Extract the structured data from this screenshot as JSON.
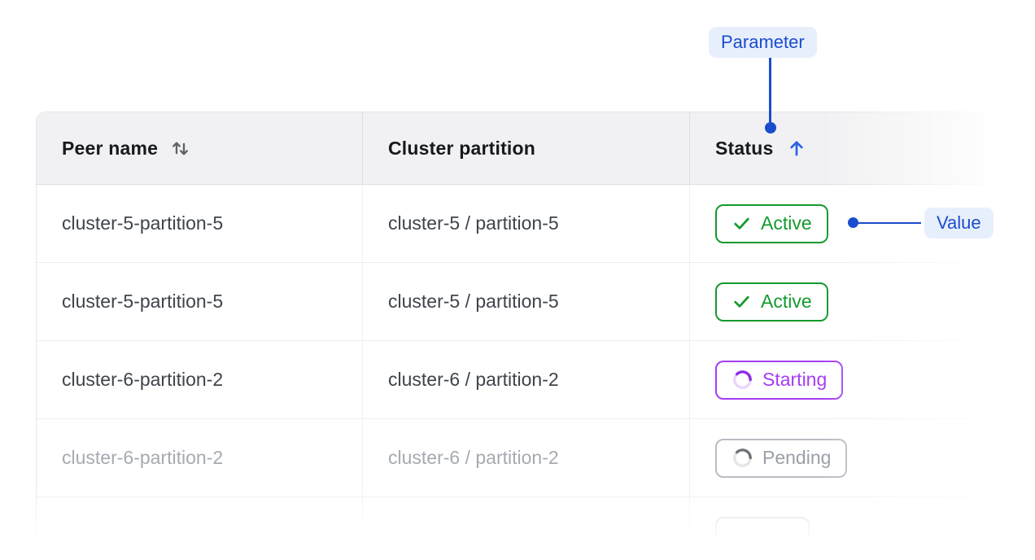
{
  "colors": {
    "accent_blue": "#1a4ccd",
    "annotation_pill_bg": "#e8effc",
    "sort_asc_arrow_blue": "#2a63e6",
    "status_active_green": "#149a2e",
    "status_starting_purple": "#a43df4",
    "status_pending_gray": "#9aa0a8",
    "header_bg": "#f1f1f3",
    "body_text": "#3f444b",
    "dimmed_text": "#a6aab1"
  },
  "annotations": {
    "parameter": {
      "label": "Parameter",
      "points_to": "status-column-header"
    },
    "value": {
      "label": "Value",
      "points_to": "row-1-status-badge"
    }
  },
  "table": {
    "columns": [
      {
        "label": "Peer name",
        "sort": "sortable"
      },
      {
        "label": "Cluster partition",
        "sort": "none"
      },
      {
        "label": "Status",
        "sort": "ascending"
      }
    ],
    "rows": [
      {
        "peer_name": "cluster-5-partition-5",
        "cluster_partition": "cluster-5 / partition-5",
        "status": {
          "label": "Active",
          "kind": "active"
        },
        "dimmed": false
      },
      {
        "peer_name": "cluster-5-partition-5",
        "cluster_partition": "cluster-5 / partition-5",
        "status": {
          "label": "Active",
          "kind": "active"
        },
        "dimmed": false
      },
      {
        "peer_name": "cluster-6-partition-2",
        "cluster_partition": "cluster-6 / partition-2",
        "status": {
          "label": "Starting",
          "kind": "starting"
        },
        "dimmed": false
      },
      {
        "peer_name": "cluster-6-partition-2",
        "cluster_partition": "cluster-6 / partition-2",
        "status": {
          "label": "Pending",
          "kind": "pending"
        },
        "dimmed": true
      },
      {
        "peer_name": "",
        "cluster_partition": "",
        "status": {
          "label": "",
          "kind": "partial"
        },
        "dimmed": true,
        "partial": true
      }
    ]
  }
}
